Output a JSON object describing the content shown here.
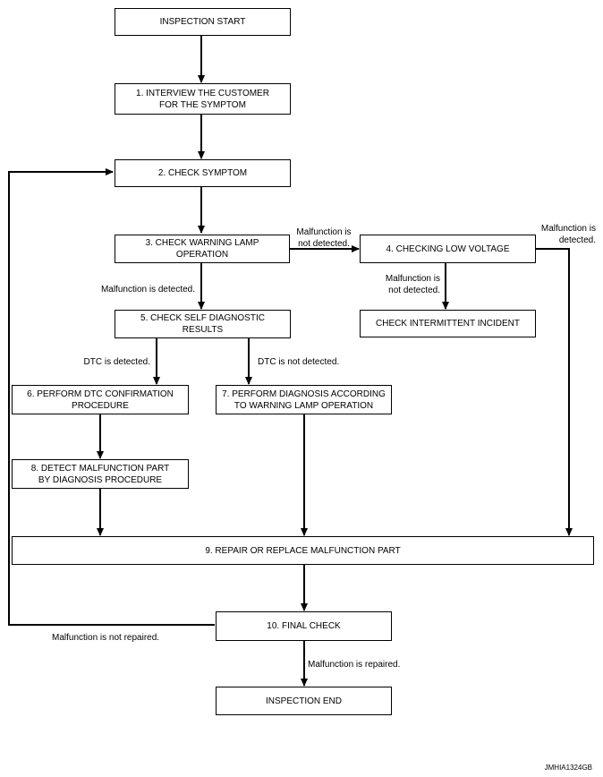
{
  "nodes": {
    "start": "INSPECTION START",
    "interview_1": "1. INTERVIEW THE CUSTOMER",
    "interview_2": "FOR THE SYMPTOM",
    "check_symptom": "2. CHECK SYMPTOM",
    "warning_1": "3. CHECK WARNING LAMP",
    "warning_2": "OPERATION",
    "low_voltage": "4. CHECKING LOW VOLTAGE",
    "intermittent": "CHECK INTERMITTENT INCIDENT",
    "self_diag_1": "5. CHECK SELF DIAGNOSTIC",
    "self_diag_2": "RESULTS",
    "dtc_confirm_1": "6. PERFORM DTC CONFIRMATION",
    "dtc_confirm_2": "PROCEDURE",
    "diag_warn_1": "7. PERFORM DIAGNOSIS ACCORDING",
    "diag_warn_2": "TO WARNING LAMP OPERATION",
    "detect_part_1": "8. DETECT MALFUNCTION PART",
    "detect_part_2": "BY DIAGNOSIS PROCEDURE",
    "repair": "9. REPAIR OR REPLACE MALFUNCTION PART",
    "final_check": "10. FINAL CHECK",
    "end": "INSPECTION END"
  },
  "labels": {
    "not_detected_a1": "Malfunction is",
    "not_detected_a2": "not detected.",
    "detected_b1": "Malfunction is",
    "detected_b2": "detected.",
    "not_detected_c1": "Malfunction is",
    "not_detected_c2": "not detected.",
    "detected_main": "Malfunction is detected.",
    "dtc_detected": "DTC is detected.",
    "dtc_not_detected": "DTC is not detected.",
    "not_repaired": "Malfunction is not repaired.",
    "repaired": "Malfunction is repaired."
  },
  "figure_code": "JMHIA1324GB"
}
